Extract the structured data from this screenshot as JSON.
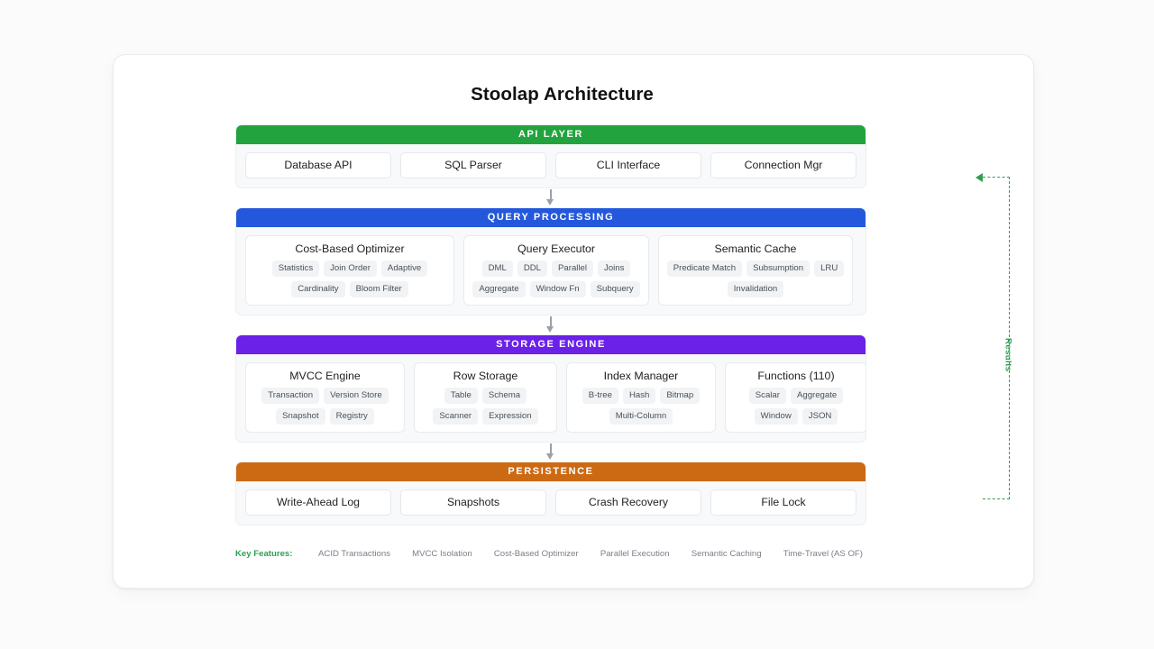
{
  "title": "Stoolap Architecture",
  "layers": [
    {
      "id": "api-layer",
      "name": "API LAYER",
      "color": "#22a33e",
      "kind": "plain",
      "boxes": [
        "Database API",
        "SQL Parser",
        "CLI Interface",
        "Connection Mgr"
      ]
    },
    {
      "id": "query-processing",
      "name": "QUERY PROCESSING",
      "color": "#2458dc",
      "kind": "grouped",
      "groups": [
        {
          "title": "Cost-Based Optimizer",
          "chips": [
            "Statistics",
            "Join Order",
            "Adaptive",
            "Cardinality",
            "Bloom Filter"
          ]
        },
        {
          "title": "Query Executor",
          "chips": [
            "DML",
            "DDL",
            "Parallel",
            "Joins",
            "Aggregate",
            "Window Fn",
            "Subquery"
          ]
        },
        {
          "title": "Semantic Cache",
          "chips": [
            "Predicate Match",
            "Subsumption",
            "LRU",
            "Invalidation"
          ]
        }
      ]
    },
    {
      "id": "storage-engine",
      "name": "STORAGE ENGINE",
      "color": "#6b21e8",
      "kind": "grouped",
      "groups": [
        {
          "title": "MVCC Engine",
          "chips": [
            "Transaction",
            "Version Store",
            "Snapshot",
            "Registry"
          ]
        },
        {
          "title": "Row Storage",
          "chips": [
            "Table",
            "Schema",
            "Scanner",
            "Expression"
          ]
        },
        {
          "title": "Index Manager",
          "chips": [
            "B-tree",
            "Hash",
            "Bitmap",
            "Multi-Column"
          ]
        },
        {
          "title": "Functions (110)",
          "chips": [
            "Scalar",
            "Aggregate",
            "Window",
            "JSON"
          ]
        }
      ]
    },
    {
      "id": "persistence",
      "name": "PERSISTENCE",
      "color": "#cc6a14",
      "kind": "plain",
      "boxes": [
        "Write-Ahead Log",
        "Snapshots",
        "Crash Recovery",
        "File Lock"
      ]
    }
  ],
  "feedback": {
    "label": "Results",
    "color": "#2f9e50"
  },
  "features": {
    "label": "Key Features:",
    "items": [
      "ACID Transactions",
      "MVCC Isolation",
      "Cost-Based Optimizer",
      "Parallel Execution",
      "Semantic Caching",
      "Time-Travel (AS OF)"
    ]
  }
}
